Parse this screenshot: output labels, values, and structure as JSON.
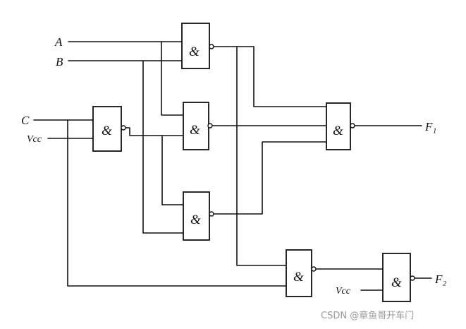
{
  "diagram": {
    "inputs": {
      "a": "A",
      "b": "B",
      "c": "C",
      "vcc1": "Vcc",
      "vcc2": "Vcc"
    },
    "outputs": {
      "f1": "F₁",
      "f2": "F₂"
    },
    "gate_symbol": "&",
    "gates": [
      {
        "id": "g-not-c",
        "symbol": "&",
        "type": "NAND"
      },
      {
        "id": "g-top",
        "symbol": "&",
        "type": "NAND"
      },
      {
        "id": "g-middle",
        "symbol": "&",
        "type": "NAND"
      },
      {
        "id": "g-bottom",
        "symbol": "&",
        "type": "NAND"
      },
      {
        "id": "g-f1",
        "symbol": "&",
        "type": "NAND"
      },
      {
        "id": "g-low",
        "symbol": "&",
        "type": "NAND"
      },
      {
        "id": "g-f2",
        "symbol": "&",
        "type": "NAND"
      }
    ]
  },
  "watermark": "CSDN @章鱼哥开车门"
}
